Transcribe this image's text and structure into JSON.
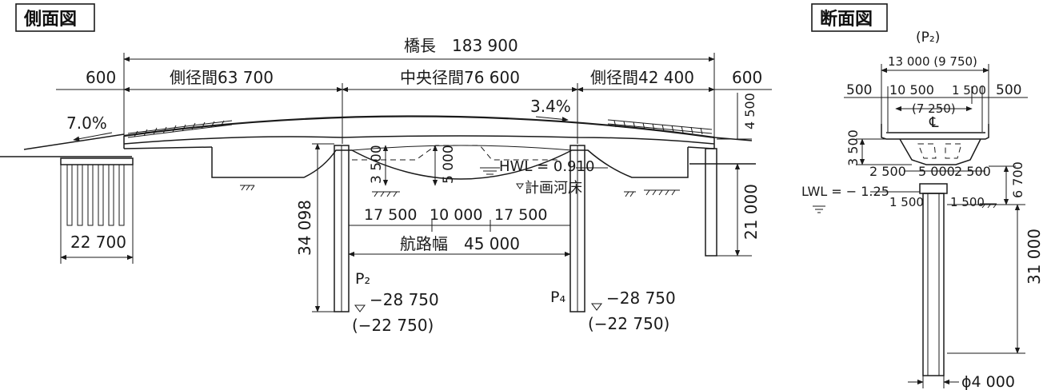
{
  "side_view": {
    "title": "側面図",
    "bridge_length": "橋長　183 900",
    "left_end": "600",
    "right_end": "600",
    "left_span": "側径間63 700",
    "center_span": "中央径間76 600",
    "right_span": "側径間42 400",
    "slope_left": "7.0%",
    "slope_right": "3.4%",
    "right_height": "4 500",
    "pier_depth_a": "3 500",
    "pier_depth_b": "5 000",
    "hwl": "HWL = 0.910",
    "river_bed": "計画河床",
    "abutment_height": "21 000",
    "pier_height": "34 098",
    "sub_dim_1": "17 500",
    "sub_dim_2": "10 000",
    "sub_dim_3": "17 500",
    "channel_width": "航路幅　45 000",
    "left_abutment_width": "22 700",
    "pier_p2": "P₂",
    "pier_p4": "P₄",
    "p2_level": "−28 750",
    "p2_level_paren": "(−22 750)",
    "p4_level": "−28 750",
    "p4_level_paren": "(−22 750)"
  },
  "section_view": {
    "title": "断面図",
    "pier_label": "(P₂)",
    "total_width": "13 000 (9 750)",
    "left_overhang": "500",
    "right_overhang": "500",
    "width_10500": "10 500",
    "width_1500_top": "1 500",
    "width_7250": "(7 250)",
    "centerline": "℄",
    "girder_depth": "3 500",
    "base_left": "2 500",
    "base_center": "5 000",
    "base_right": "2 500",
    "pier_top_height": "6 700",
    "lwl": "LWL = − 1.25",
    "pier_offset_left": "1 500",
    "pier_offset_right": "1 500",
    "pier_shaft_height": "31 000",
    "pier_diameter": "ϕ4 000"
  }
}
